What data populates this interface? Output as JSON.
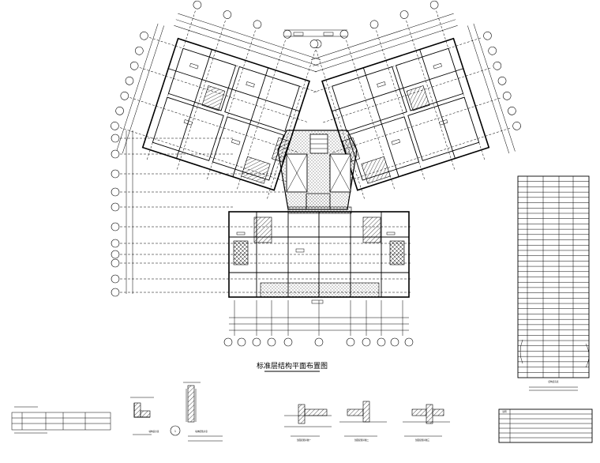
{
  "drawing": {
    "main_title": "标准层结构平面布置图",
    "table_caption": "结构层高表",
    "detail_caption_1": "墙构造示意",
    "detail_caption_2": "墙体配筋示意",
    "section_caption_1": "剖面配筋详图一",
    "section_caption_2": "剖面配筋详图二",
    "section_caption_3": "剖面配筋详图三",
    "detail_marker": "1",
    "notes_heading": "说明"
  },
  "colors": {
    "line": "#000000",
    "background": "#ffffff"
  },
  "icons": {
    "grid_bubble": "circle-icon",
    "hatch_wall": "hatch-pattern",
    "elevator_shaft": "cross-box-icon"
  }
}
